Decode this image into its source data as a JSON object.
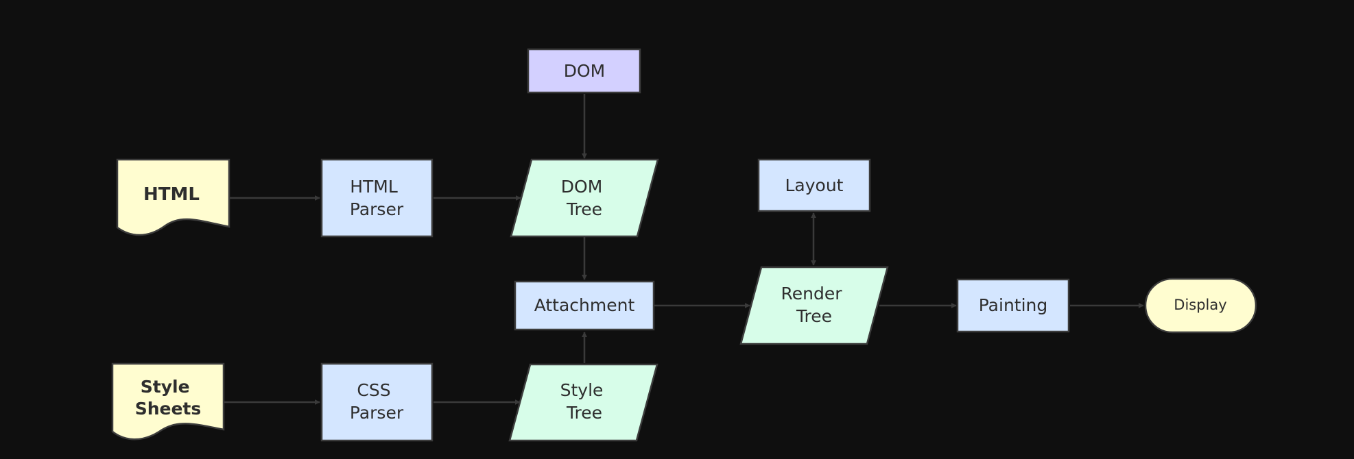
{
  "diagram": {
    "nodes": {
      "dom": {
        "lines": [
          "DOM"
        ]
      },
      "html": {
        "lines": [
          "HTML"
        ]
      },
      "html_parser": {
        "lines": [
          "HTML",
          "Parser"
        ]
      },
      "dom_tree": {
        "lines": [
          "DOM",
          "Tree"
        ]
      },
      "layout": {
        "lines": [
          "Layout"
        ]
      },
      "attachment": {
        "lines": [
          "Attachment"
        ]
      },
      "render_tree": {
        "lines": [
          "Render",
          "Tree"
        ]
      },
      "painting": {
        "lines": [
          "Painting"
        ]
      },
      "display": {
        "lines": [
          "Display"
        ]
      },
      "style_sheets": {
        "lines": [
          "Style",
          "Sheets"
        ]
      },
      "css_parser": {
        "lines": [
          "CSS",
          "Parser"
        ]
      },
      "style_tree": {
        "lines": [
          "Style",
          "Tree"
        ]
      }
    },
    "colors": {
      "background": "#0f0f0f",
      "edge": "#3a3a3a",
      "node_border": "#3c3c3c",
      "document": "#fffdd0",
      "process": "#d4e6ff",
      "data": "#d7fde9",
      "dom": "#d3d0ff",
      "terminal": "#fffdd0",
      "text": "#2e2e2e"
    }
  }
}
